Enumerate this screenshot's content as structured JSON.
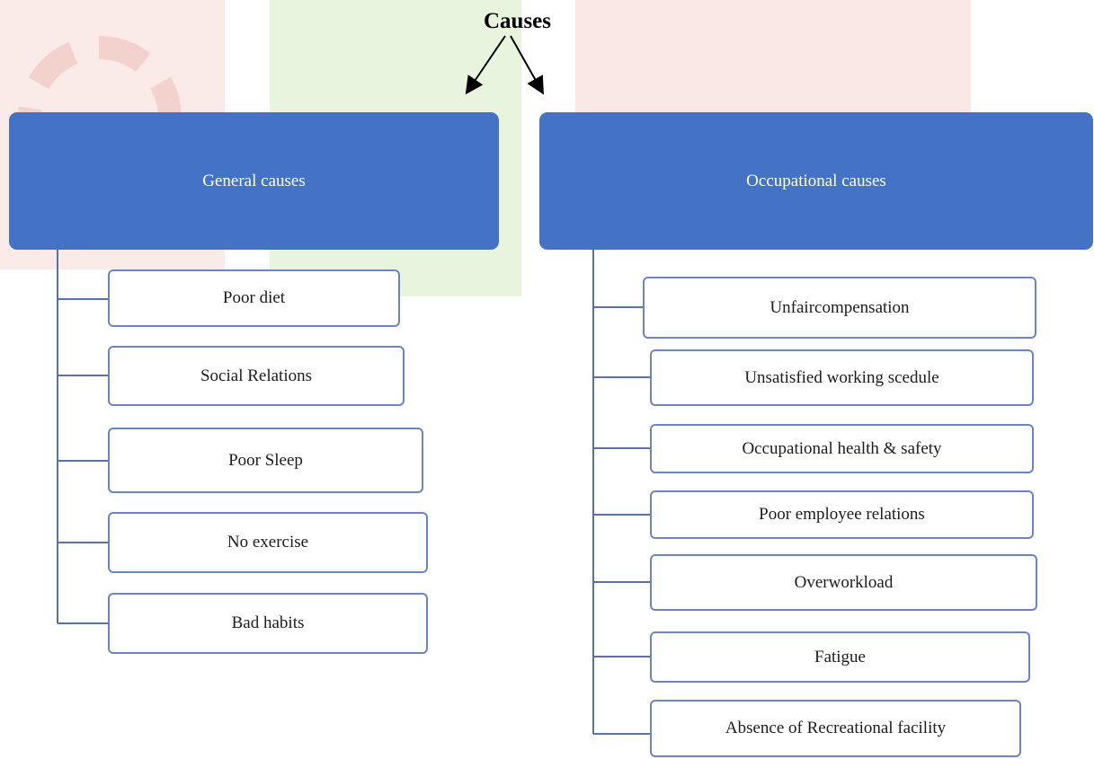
{
  "root": {
    "title": "Causes"
  },
  "branches": [
    {
      "title": "General causes",
      "items": [
        "Poor diet",
        "Social Relations",
        "Poor Sleep",
        "No exercise",
        "Bad habits"
      ]
    },
    {
      "title": "Occupational causes",
      "items": [
        "Unfaircompensation",
        "Unsatisfied working scedule",
        "Occupational health & safety",
        "Poor employee relations",
        "Overworkload",
        "Fatigue",
        "Absence of Recreational facility"
      ]
    }
  ],
  "colors": {
    "header_fill": "#4472c4",
    "header_text": "#ffffff",
    "item_border": "#6d84c4",
    "connector": "#5b6fa8"
  }
}
